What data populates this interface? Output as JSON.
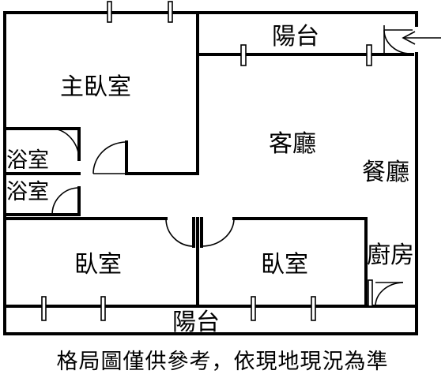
{
  "plan": {
    "rooms": {
      "balcony_top": "陽台",
      "master_bedroom": "主臥室",
      "bathroom_1": "浴室",
      "bathroom_2": "浴室",
      "living_room": "客廳",
      "dining_room": "餐廳",
      "bedroom_left": "臥室",
      "bedroom_right": "臥室",
      "kitchen": "廚房",
      "balcony_bottom": "陽台"
    }
  },
  "disclaimer": "格局圖僅供參考，依現地現況為準",
  "colors": {
    "line": "#000000",
    "background": "#ffffff"
  }
}
